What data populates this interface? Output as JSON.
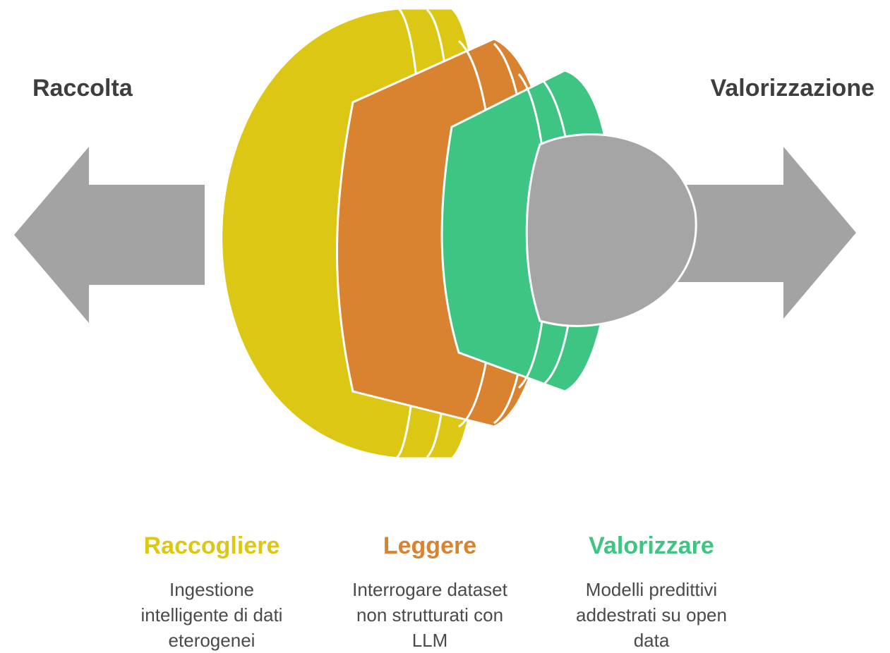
{
  "left_label": "Raccolta",
  "right_label": "Valorizzazione",
  "colors": {
    "arrow": "#a3a3a3",
    "yellow": "#dcc814",
    "orange": "#d98230",
    "green": "#3ec483",
    "core": "#a5a5a5",
    "text": "#3e3e3e"
  },
  "columns": [
    {
      "title": "Raccogliere",
      "color": "#dcc814",
      "lines": [
        "Ingestione",
        "intelligente di dati",
        "eterogenei"
      ]
    },
    {
      "title": "Leggere",
      "color": "#d98230",
      "lines": [
        "Interrogare dataset",
        "non strutturati con",
        "LLM"
      ]
    },
    {
      "title": "Valorizzare",
      "color": "#3ec483",
      "lines": [
        "Modelli predittivi",
        "addestrati su open",
        "data"
      ]
    }
  ]
}
